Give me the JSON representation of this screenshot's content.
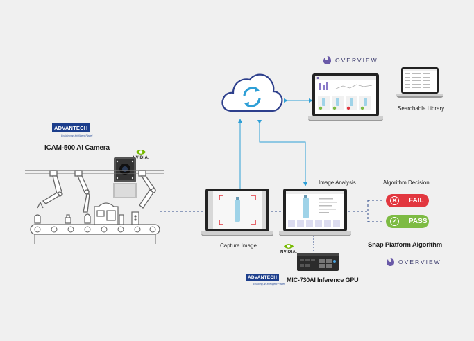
{
  "left": {
    "brand": "ADVANTECH",
    "tagline": "Enabling an Intelligent Planet",
    "camera_title": "ICAM-500 AI Camera",
    "nvidia": "NVIDIA."
  },
  "center": {
    "capture_label": "Capture Image",
    "analysis_label": "Image Analysis",
    "gpu_brand": "ADVANTECH",
    "gpu_tagline": "Enabling an Intelligent Planet",
    "gpu_title": "MIC-730AI Inference GPU",
    "nvidia": "NVIDIA."
  },
  "right": {
    "decision_label": "Algorithm Decision",
    "fail_label": "FAIL",
    "pass_label": "PASS",
    "platform_title": "Snap Platform Algorithm",
    "overview": "OVERVIEW"
  },
  "top": {
    "overview": "OVERVIEW",
    "library_label": "Searchable Library"
  },
  "colors": {
    "line": "#2e9fd6",
    "fail": "#e2373f",
    "pass": "#7dbb43",
    "brand": "#1c3e8c",
    "nvidia": "#76b900",
    "overview": "#6a5aa8"
  }
}
